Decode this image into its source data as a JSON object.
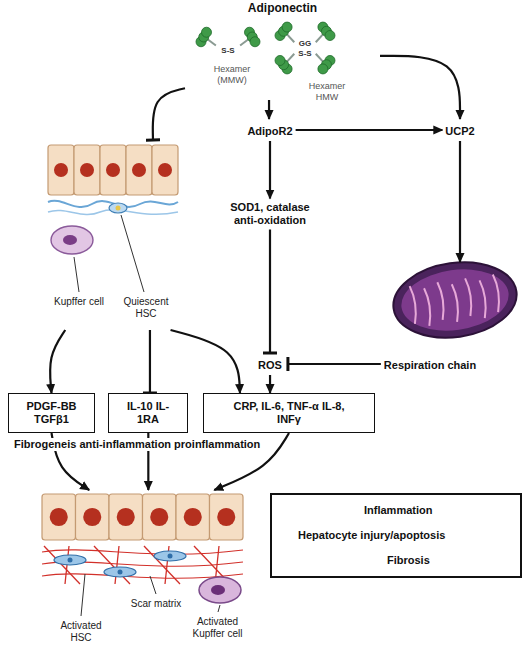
{
  "diagram": {
    "nodes": [
      {
        "text": [
          "Adiponectin",
          "Hexamer (MMW)",
          "Hexamer HMW"
        ]
      },
      {
        "text": [
          "Kupffer cell",
          "Quiescent HSC"
        ]
      },
      {
        "text": [
          "AdipoR2"
        ]
      },
      {
        "text": [
          "UCP2"
        ]
      },
      {
        "text": [
          "SOD1, catalase anti-oxidation"
        ]
      },
      {
        "text": [
          "ROS"
        ]
      },
      {
        "text": [
          "Respiration chain"
        ]
      },
      {
        "text": [
          "PDGF-BB TGFβ1"
        ]
      },
      {
        "text": [
          "IL-10 IL-1RA"
        ]
      },
      {
        "text": [
          "CRP, IL-6, TNF-α IL-8, INFγ"
        ]
      },
      {
        "text": [
          "Activated HSC",
          "Scar matrix",
          "Activated Kupffer cell"
        ]
      },
      {
        "text": [
          "Inflammation",
          "Hepatocyte injury/apoptosis",
          "Fibrosis"
        ]
      }
    ],
    "edges": [
      {
        "from": 0,
        "to": 1,
        "arrow": "to"
      },
      {
        "from": 0,
        "to": 2,
        "arrow": "to"
      },
      {
        "from": 0,
        "to": 3,
        "arrow": "to"
      },
      {
        "from": 2,
        "to": 3,
        "arrow": "to"
      },
      {
        "from": 2,
        "to": 4,
        "arrow": "to"
      },
      {
        "from": 4,
        "to": 5,
        "arrow": "to"
      },
      {
        "from": 6,
        "to": 5,
        "arrow": "to"
      },
      {
        "from": 1,
        "to": 7,
        "arrow": "to"
      },
      {
        "from": 1,
        "to": 8,
        "arrow": "to"
      },
      {
        "from": 1,
        "to": 9,
        "arrow": "to"
      },
      {
        "from": 5,
        "to": 9,
        "arrow": "to"
      },
      {
        "from": 7,
        "to": 10,
        "arrow": "to"
      },
      {
        "from": 8,
        "to": 10,
        "arrow": "to"
      },
      {
        "from": 9,
        "to": 10,
        "arrow": "to"
      }
    ],
    "labels": [
      "S-S",
      "GG",
      "S-S",
      "Fibrogeneis anti-inflammation proinflammation"
    ]
  }
}
